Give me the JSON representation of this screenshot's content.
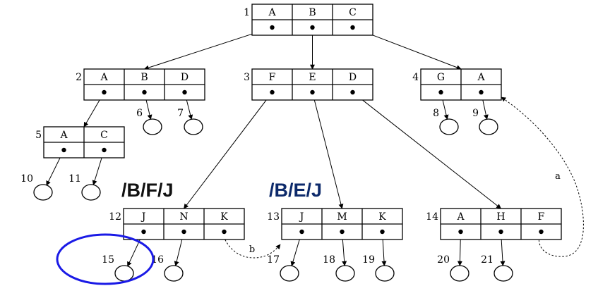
{
  "colors": {
    "line": "#000000",
    "highlight_circle": "#1a1ae6",
    "path_label_1": "#111111",
    "path_label_2": "#0d2a6b"
  },
  "nodes": [
    {
      "id": "1",
      "label": "1",
      "keys": [
        "A",
        "B",
        "C"
      ]
    },
    {
      "id": "2",
      "label": "2",
      "keys": [
        "A",
        "B",
        "D"
      ]
    },
    {
      "id": "3",
      "label": "3",
      "keys": [
        "F",
        "E",
        "D"
      ]
    },
    {
      "id": "4",
      "label": "4",
      "keys": [
        "G",
        "A"
      ]
    },
    {
      "id": "5",
      "label": "5",
      "keys": [
        "A",
        "C"
      ]
    },
    {
      "id": "12",
      "label": "12",
      "keys": [
        "J",
        "N",
        "K"
      ]
    },
    {
      "id": "13",
      "label": "13",
      "keys": [
        "J",
        "M",
        "K"
      ]
    },
    {
      "id": "14",
      "label": "14",
      "keys": [
        "A",
        "H",
        "F"
      ]
    }
  ],
  "leaves": [
    {
      "id": "6",
      "label": "6"
    },
    {
      "id": "7",
      "label": "7"
    },
    {
      "id": "8",
      "label": "8"
    },
    {
      "id": "9",
      "label": "9"
    },
    {
      "id": "10",
      "label": "10"
    },
    {
      "id": "11",
      "label": "11"
    },
    {
      "id": "15",
      "label": "15"
    },
    {
      "id": "16",
      "label": "16"
    },
    {
      "id": "17",
      "label": "17"
    },
    {
      "id": "18",
      "label": "18"
    },
    {
      "id": "19",
      "label": "19"
    },
    {
      "id": "20",
      "label": "20"
    },
    {
      "id": "21",
      "label": "21"
    }
  ],
  "edges": [
    {
      "from": "1",
      "pointer": 0,
      "to": "2"
    },
    {
      "from": "1",
      "pointer": 1,
      "to": "3"
    },
    {
      "from": "1",
      "pointer": 2,
      "to": "4"
    },
    {
      "from": "2",
      "pointer": 0,
      "to": "5"
    },
    {
      "from": "2",
      "pointer": 1,
      "to": "6"
    },
    {
      "from": "2",
      "pointer": 2,
      "to": "7"
    },
    {
      "from": "3",
      "pointer": 0,
      "to": "12"
    },
    {
      "from": "3",
      "pointer": 1,
      "to": "13"
    },
    {
      "from": "3",
      "pointer": 2,
      "to": "14"
    },
    {
      "from": "4",
      "pointer": 0,
      "to": "8"
    },
    {
      "from": "4",
      "pointer": 1,
      "to": "9"
    },
    {
      "from": "5",
      "pointer": 0,
      "to": "10"
    },
    {
      "from": "5",
      "pointer": 1,
      "to": "11"
    },
    {
      "from": "12",
      "pointer": 0,
      "to": "15"
    },
    {
      "from": "12",
      "pointer": 1,
      "to": "16"
    },
    {
      "from": "13",
      "pointer": 0,
      "to": "17"
    },
    {
      "from": "13",
      "pointer": 1,
      "to": "18"
    },
    {
      "from": "13",
      "pointer": 2,
      "to": "19"
    },
    {
      "from": "14",
      "pointer": 0,
      "to": "20"
    },
    {
      "from": "14",
      "pointer": 1,
      "to": "21"
    }
  ],
  "dashed_links": [
    {
      "id": "b",
      "label": "b",
      "from": "12",
      "to": "13"
    },
    {
      "id": "a",
      "label": "a",
      "from": "14",
      "to": "4"
    }
  ],
  "path_labels": [
    {
      "id": "path1",
      "text": "/B/F/J"
    },
    {
      "id": "path2",
      "text": "/B/E/J"
    }
  ],
  "highlight": {
    "target": "15"
  }
}
